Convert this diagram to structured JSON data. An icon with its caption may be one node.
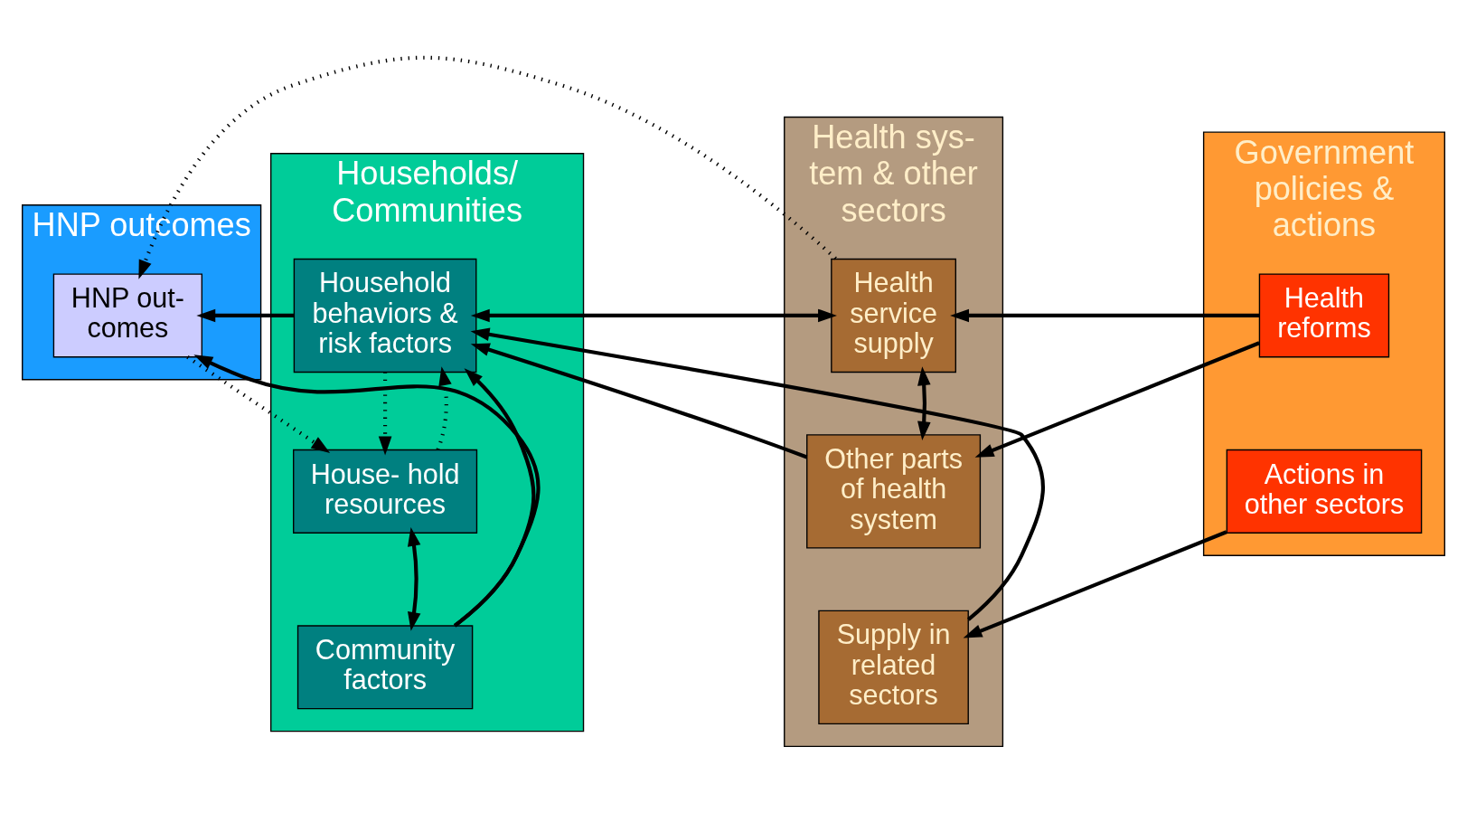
{
  "diagram": {
    "nodes": [
      {
        "text": [
          "HNP outcomes"
        ]
      },
      {
        "text": [
          "Households/ Communities"
        ]
      },
      {
        "text": [
          "Health sys- tem & other sectors"
        ]
      },
      {
        "text": [
          "Government policies & actions"
        ]
      },
      {
        "text": [
          "HNP out- comes"
        ],
        "in": 0
      },
      {
        "text": [
          "Household behaviors & risk factors"
        ],
        "in": 1
      },
      {
        "text": [
          "House- hold resources"
        ],
        "in": 1
      },
      {
        "text": [
          "Community factors"
        ],
        "in": 1
      },
      {
        "text": [
          "Health service supply"
        ],
        "in": 2
      },
      {
        "text": [
          "Other parts of health system"
        ],
        "in": 2
      },
      {
        "text": [
          "Supply in related sectors"
        ],
        "in": 2
      },
      {
        "text": [
          "Health reforms"
        ],
        "in": 3
      },
      {
        "text": [
          "Actions in other sectors"
        ],
        "in": 3
      }
    ],
    "edges": [
      {
        "from": 5,
        "to": 4,
        "arrow": "to"
      },
      {
        "from": 7,
        "to": 4,
        "arrow": "to"
      },
      {
        "from": 7,
        "to": 5,
        "arrow": "to"
      },
      {
        "from": 5,
        "to": 8,
        "arrow": "both"
      },
      {
        "from": 9,
        "to": 5,
        "arrow": "to"
      },
      {
        "from": 8,
        "to": 9,
        "arrow": "both"
      },
      {
        "from": 11,
        "to": 8,
        "arrow": "to"
      },
      {
        "from": 11,
        "to": 9,
        "arrow": "to"
      },
      {
        "from": 12,
        "to": 10,
        "arrow": "to"
      },
      {
        "from": 10,
        "to": 5,
        "arrow": "to"
      },
      {
        "from": 7,
        "to": 6,
        "arrow": "both"
      },
      {
        "from": 5,
        "to": 6,
        "arrow": "to",
        "style": "dashed"
      },
      {
        "from": 6,
        "to": 5,
        "arrow": "to",
        "style": "dashed"
      },
      {
        "from": 8,
        "to": 4,
        "arrow": "to",
        "style": "dashed"
      },
      {
        "from": 4,
        "to": 6,
        "arrow": "to",
        "style": "dashed"
      }
    ]
  }
}
